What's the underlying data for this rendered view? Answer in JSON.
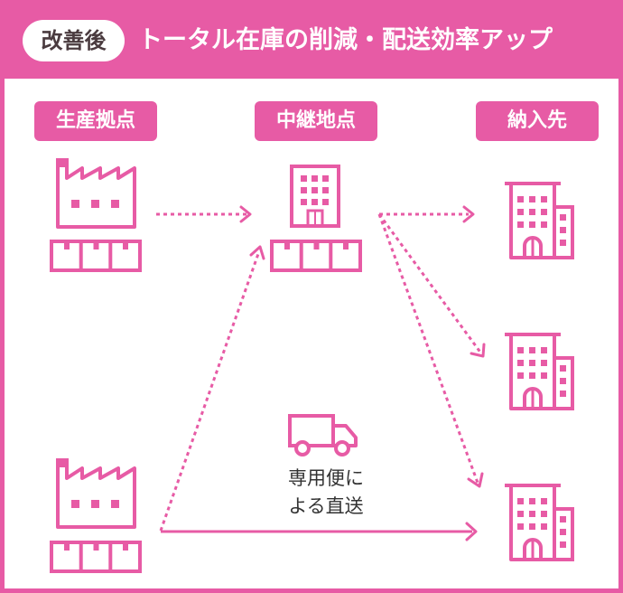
{
  "header": {
    "badge": "改善後",
    "title": "トータル在庫の削減・配送効率アップ"
  },
  "columns": {
    "origin": "生産拠点",
    "hub": "中継地点",
    "destination": "納入先"
  },
  "direct_route": {
    "line1": "専用便に",
    "line2": "よる直送"
  },
  "colors": {
    "accent": "#e75ba5",
    "text": "#333333",
    "badge_text": "#4a3b3f"
  },
  "icons": [
    "factory-icon",
    "inventory-boxes-icon",
    "office-building-icon",
    "delivery-truck-icon"
  ]
}
